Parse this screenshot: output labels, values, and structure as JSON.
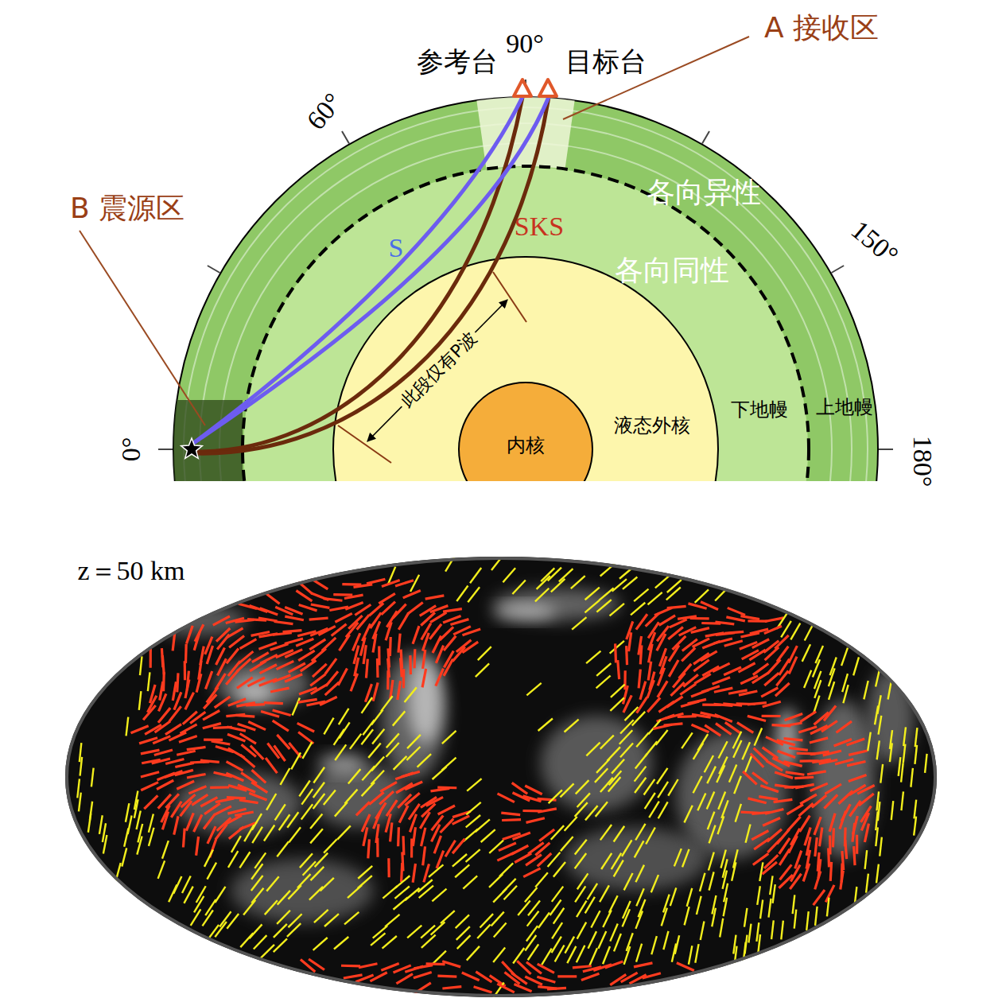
{
  "diagram": {
    "nodes": [
      {
        "text": [
          "各向异性",
          "上地幔"
        ]
      },
      {
        "text": [
          "各向同性",
          "下地幔"
        ],
        "in": 0
      },
      {
        "text": [
          "液态外核"
        ],
        "in": 1
      },
      {
        "text": [
          "内核"
        ],
        "in": 2
      }
    ],
    "labels": [
      "90°",
      "参考台",
      "目标台",
      "A 接收区",
      "60°",
      "B 震源区",
      "S",
      "SKS",
      "150°",
      "此段仅有P波",
      "0°",
      "180°",
      "z＝50 km"
    ]
  }
}
